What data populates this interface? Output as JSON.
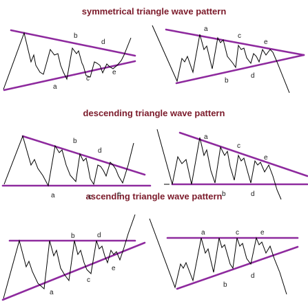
{
  "titles": {
    "symmetrical": "symmetrical triangle wave pattern",
    "descending": "descending triangle wave pattern",
    "ascending": "ascending triangle wave pattern"
  },
  "labels": {
    "a": "a",
    "b": "b",
    "c": "c",
    "d": "d",
    "e": "e"
  },
  "colors": {
    "title": "#7b1a2a",
    "trendline": "#8e2a9e",
    "wave": "#000000",
    "background": "#ffffff"
  }
}
